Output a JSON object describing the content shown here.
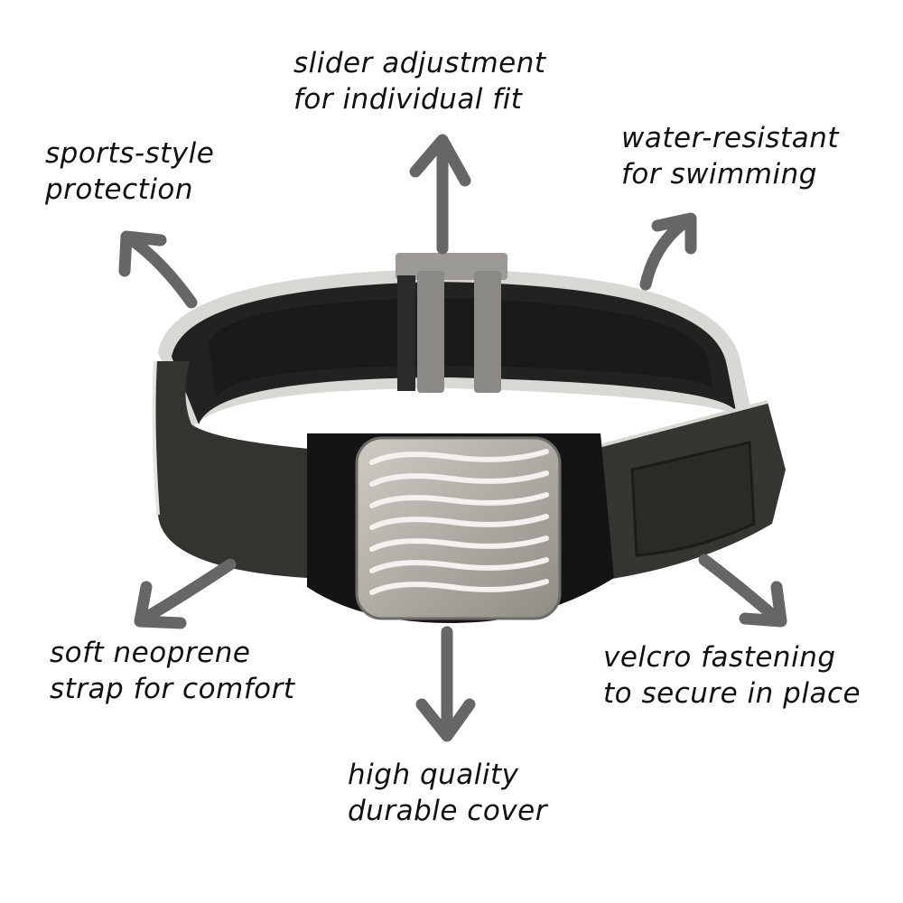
{
  "colors": {
    "arrow": "#666666",
    "strap": "#2e2f2b",
    "cover": "#b9b6ae",
    "frame": "#141414",
    "text": "#111111"
  },
  "labels": {
    "slider": {
      "line1": "slider adjustment",
      "line2": "for individual fit"
    },
    "sports": {
      "line1": "sports-style",
      "line2": "protection"
    },
    "water": {
      "line1": "water-resistant",
      "line2": "for swimming"
    },
    "neoprene": {
      "line1": "soft neoprene",
      "line2": "strap for comfort"
    },
    "cover": {
      "line1": "high quality",
      "line2": "durable cover"
    },
    "velcro": {
      "line1": "velcro fastening",
      "line2": "to secure in place"
    }
  }
}
